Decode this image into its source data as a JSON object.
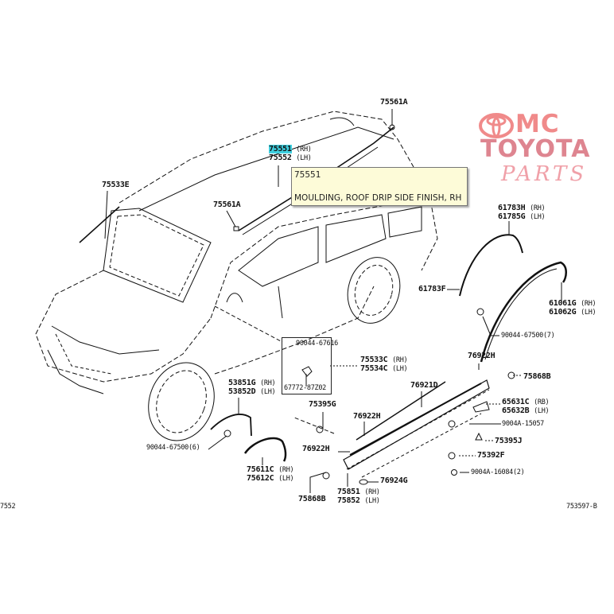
{
  "logo": {
    "mc": "MC",
    "brand": "TOYOTA",
    "sub": "PARTS",
    "color": "#e88a8e"
  },
  "tooltip": {
    "part_number": "75551",
    "description": "MOULDING, ROOF DRIP SIDE FINISH, RH",
    "background": "#fdfbd8"
  },
  "highlight_color": "#3fd0e0",
  "labels": {
    "roof_clip_rear": "75561A",
    "roof_moulding_rh": "75551",
    "roof_moulding_lh": "75552",
    "windshield_moulding": "75533E",
    "roof_clip_front": "75561A",
    "rear_arch_rh": "61783H",
    "rear_arch_lh": "61785G",
    "rear_arch_f": "61783F",
    "rear_fender_rh": "61061G",
    "rear_fender_lh": "61062G",
    "clip_rear": "90044-67500(7)",
    "inset_top": "90044-67616",
    "inset_bottom": "67772-87Z02",
    "pillar_rh": "75533C",
    "pillar_lh": "75534C",
    "tape_top": "76922H",
    "clip_75868b_right": "75868B",
    "rocker_moulding": "76921D",
    "front_arch_rh": "53851G",
    "front_arch_lh": "53852D",
    "bracket_rh": "65631C",
    "bracket_lh": "65632B",
    "clip_75395g": "75395G",
    "tape_mid": "76922H",
    "screw_15057": "9004A-15057",
    "clip_front": "90044-67500(6)",
    "tape_low": "76922H",
    "clip_75395j": "75395J",
    "clip_75392f": "75392F",
    "screw_16084": "9004A-16084(2)",
    "clip_76924g": "76924G",
    "front_fender_rh": "75611C",
    "front_fender_lh": "75612C",
    "rocker_end_rh": "75851",
    "rocker_end_lh": "75852",
    "clip_75868b_left": "75868B",
    "page_ref": "7552",
    "diagram_id": "753597-B"
  },
  "suffix": {
    "rh": "(RH)",
    "lh": "(LH)",
    "rb": "(RB)"
  }
}
